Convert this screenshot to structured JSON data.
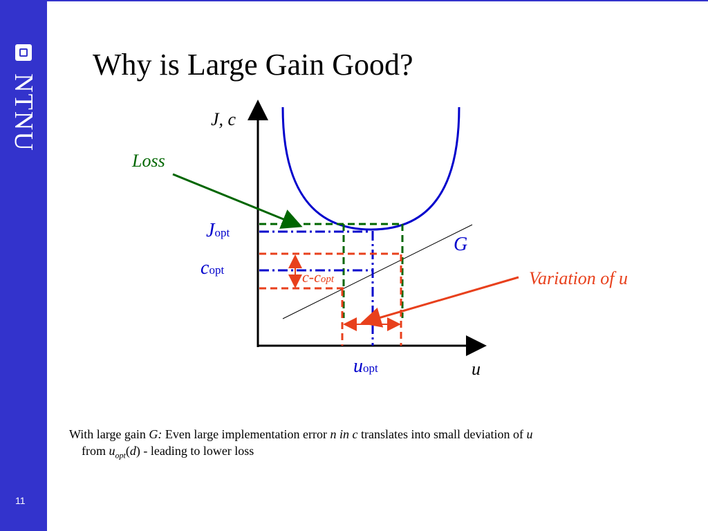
{
  "slide": {
    "brand": "NTNU",
    "page_number": "11",
    "title": "Why is Large Gain Good?"
  },
  "diagram": {
    "y_axis_label": "J, c",
    "x_axis_label": "u",
    "loss_label": "Loss",
    "j_opt_main": "J",
    "j_opt_sub": "opt",
    "c_opt_main": "c",
    "c_opt_sub": "opt",
    "c_minus_c_opt": "c-c",
    "c_minus_c_opt_sub": "opt",
    "g_label": "G",
    "variation_label": "Variation of u",
    "u_opt_main": "u",
    "u_opt_sub": "opt"
  },
  "caption": {
    "p1": "With large gain ",
    "g": "G:",
    "p2": " Even large implementation error ",
    "n_in_c": "n in c",
    "p3": " translates into small deviation of ",
    "u": "u",
    "p4": "from ",
    "u2": "u",
    "opt": "opt",
    "p5": "(",
    "d": "d",
    "p6": ") - leading to lower loss"
  },
  "colors": {
    "sidebar": "#3333cc",
    "curve": "#0000cc",
    "loss": "#006600",
    "variation": "#e8401c",
    "axis": "#000000"
  }
}
